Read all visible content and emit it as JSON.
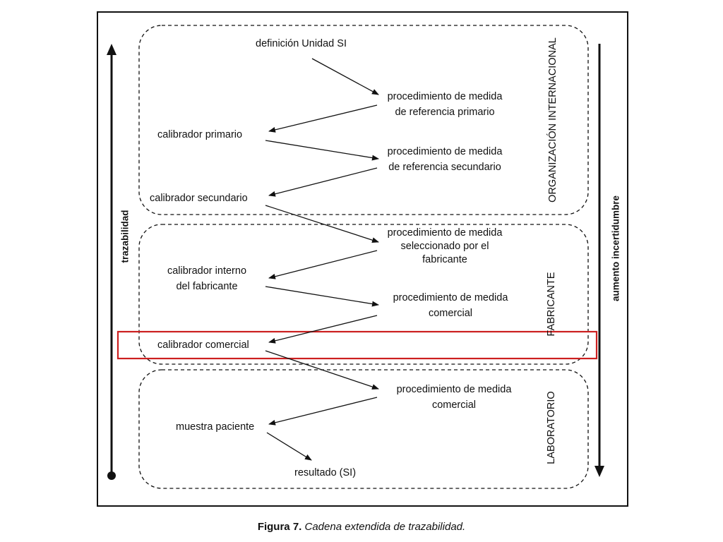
{
  "diagram": {
    "sections": {
      "international": "ORGANIZACIÓN INTERNACIONAL",
      "manufacturer": "FABRICANTE",
      "laboratory": "LABORATORIO"
    },
    "side_labels": {
      "traceability": "trazabilidad",
      "uncertainty": "aumento incertidumbre"
    },
    "nodes": {
      "si_unit": "definición Unidad SI",
      "primary_proc_1": "procedimiento de medida",
      "primary_proc_2": "de referencia primario",
      "primary_cal": "calibrador primario",
      "secondary_proc_1": "procedimiento de medida",
      "secondary_proc_2": "de referencia secundario",
      "secondary_cal": "calibrador secundario",
      "selected_proc_1": "procedimiento de medida",
      "selected_proc_2": "seleccionado por el",
      "selected_proc_3": "fabricante",
      "internal_cal_1": "calibrador interno",
      "internal_cal_2": "del fabricante",
      "commercial_proc_1": "procedimiento de medida",
      "commercial_proc_2": "comercial",
      "commercial_cal": "calibrador comercial",
      "lab_proc_1": "procedimiento de medida",
      "lab_proc_2": "comercial",
      "patient_sample": "muestra paciente",
      "result": "resultado (SI)"
    },
    "highlight_color": "#cc1f1f"
  },
  "caption": {
    "label": "Figura 7.",
    "text": "Cadena extendida de trazabilidad."
  }
}
